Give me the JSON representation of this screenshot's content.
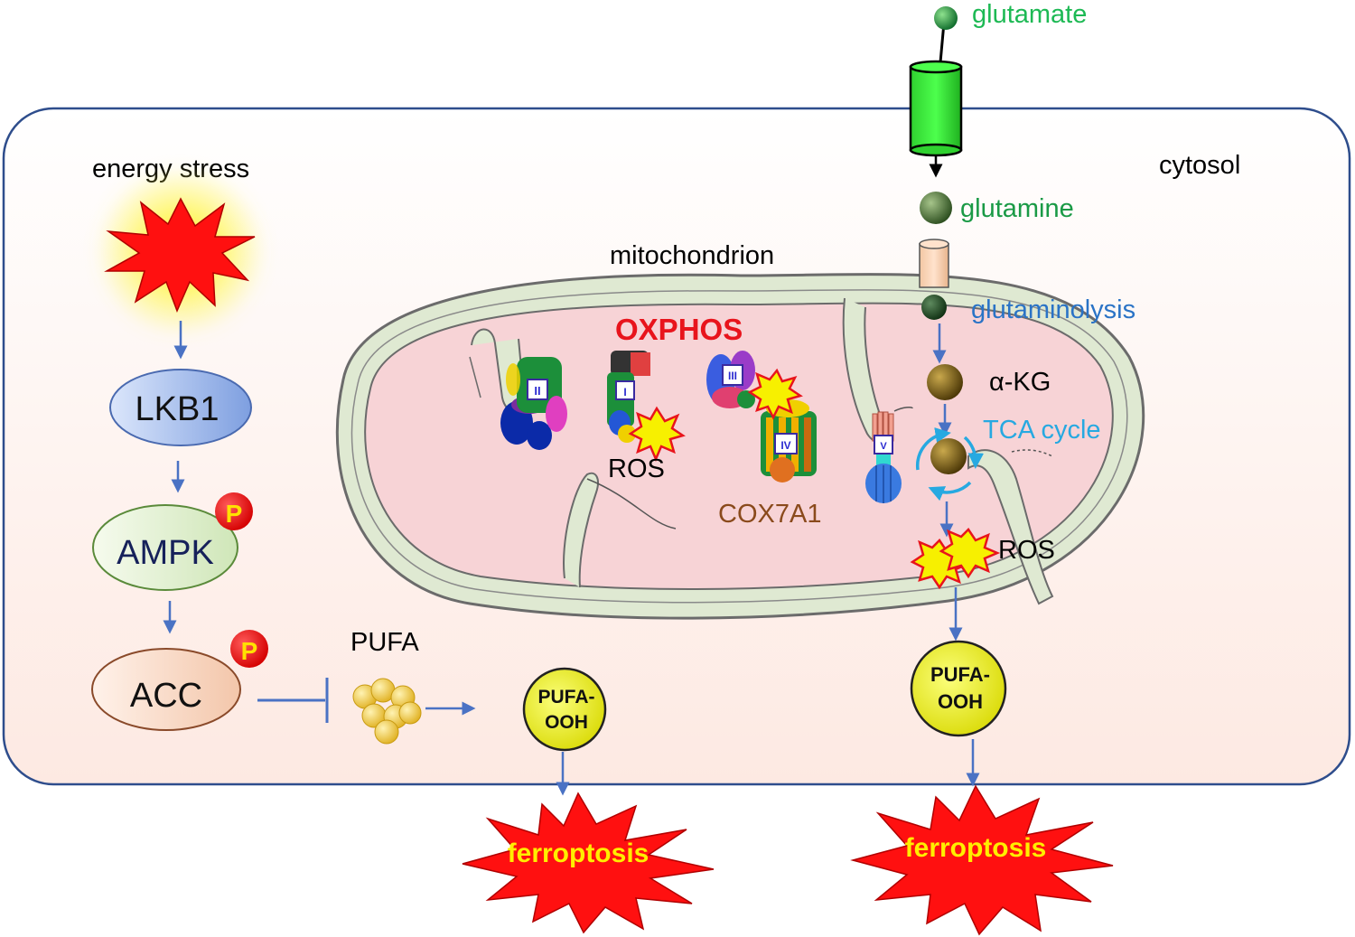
{
  "labels": {
    "glutamate": "glutamate",
    "glutamine": "glutamine",
    "glutaminolysis": "glutaminolysis",
    "cytosol": "cytosol",
    "mitochondrion": "mitochondrion",
    "energy_stress": "energy stress",
    "oxphos": "OXPHOS",
    "ros_inner": "ROS",
    "cox7a1": "COX7A1",
    "akg": "α-KG",
    "tca": "TCA cycle",
    "ros_right": "ROS",
    "pufa": "PUFA",
    "pufa_ooh_left_1": "PUFA-",
    "pufa_ooh_left_2": "OOH",
    "pufa_ooh_right_1": "PUFA-",
    "pufa_ooh_right_2": "OOH",
    "ferroptosis_left": "ferroptosis",
    "ferroptosis_right": "ferroptosis"
  },
  "nodes": {
    "lkb1": "LKB1",
    "ampk": "AMPK",
    "acc": "ACC",
    "p_ampk": "P",
    "p_acc": "P"
  },
  "complexes": {
    "c1": "I",
    "c2": "II",
    "c3": "III",
    "c4": "IV",
    "c5": "V"
  },
  "colors": {
    "glutamate": "#1db954",
    "glutamine": "#1a9a46",
    "glutaminolysis": "#2a73c6",
    "tca": "#27a9e1",
    "oxphos": "#e8141c",
    "cox7a1": "#8a4a1c",
    "arrow": "#4a72c4",
    "cell_border": "#2e4d8c"
  }
}
